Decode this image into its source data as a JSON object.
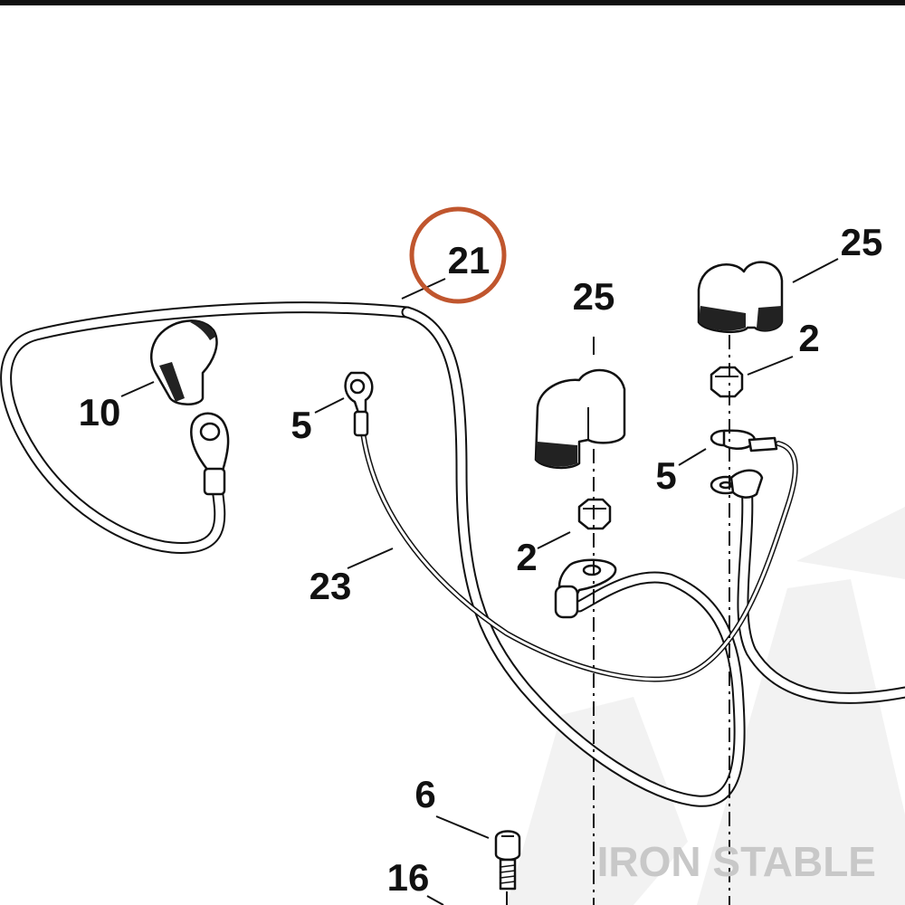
{
  "diagram": {
    "callouts": [
      "21",
      "10",
      "5",
      "23",
      "25",
      "25",
      "2",
      "2",
      "5",
      "6",
      "16"
    ],
    "highlight_color": "#c0562e",
    "watermark": "IRON STABLE"
  }
}
